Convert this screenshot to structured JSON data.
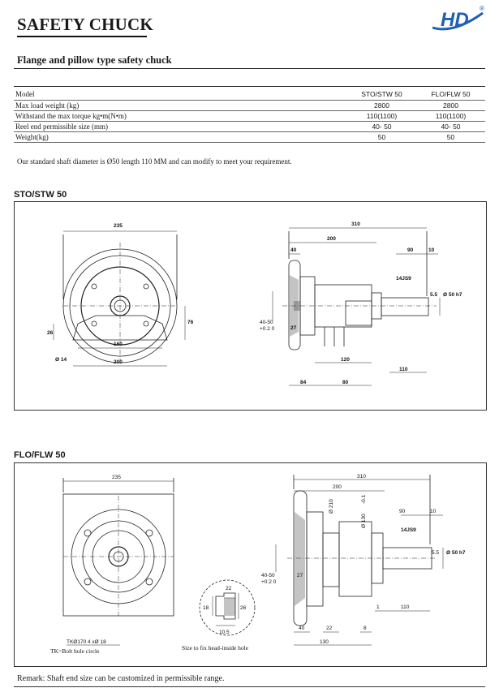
{
  "header": {
    "title": "SAFETY CHUCK",
    "logo_text": "HD",
    "logo_mark": "®",
    "brand_color": "#1f5fb4"
  },
  "section_title": "Flange and pillow type safety chuck",
  "spec_table": {
    "columns": [
      "Model",
      "STO/STW 50",
      "FLO/FLW 50"
    ],
    "rows": [
      {
        "label": "Max load weight (kg)",
        "sto": "2800",
        "flo": "2800"
      },
      {
        "label": "Withstand the max torque kg•m(N•m)",
        "sto": "110(1100)",
        "flo": "110(1100)"
      },
      {
        "label": "Reel end permissible size (mm)",
        "sto": "40- 50",
        "flo": "40- 50"
      },
      {
        "label": "Weight(kg)",
        "sto": "50",
        "flo": "50"
      }
    ]
  },
  "note": "Our standard shaft diameter is Ø50 length 110 MM and can modify to meet your requirement.",
  "drawing1": {
    "label": "STO/STW 50",
    "dims": {
      "d235": "235",
      "d26": "26",
      "d14": "Ø 14",
      "d160": "160",
      "d200": "200",
      "d76": "76",
      "d310": "310",
      "d200b": "200",
      "d40": "40",
      "d90": "90",
      "d10": "10",
      "d14j": "14JS9",
      "d55": "5.5",
      "d50h7": "Ø 50 h7",
      "d4050": "40-50",
      "tol": "+0.2 0",
      "d27": "27",
      "d120": "120",
      "d84": "84",
      "d80": "80",
      "d110": "110"
    }
  },
  "drawing2": {
    "label": "FLO/FLW 50",
    "dims": {
      "d235": "235",
      "d310": "310",
      "d200": "200",
      "d210": "Ø 210",
      "d130": "Ø 130",
      "d130tol": "-0.1",
      "d90": "90",
      "d10": "10",
      "d14j": "14JS9",
      "d55": "5.5",
      "d50h7": "Ø 50 h7",
      "d4050": "40-50",
      "tol": "+0.2 0",
      "d27": "27",
      "d1": "1",
      "d110": "110",
      "d40": "40",
      "d22": "22",
      "d8": "8",
      "d130b": "130",
      "d22s": "22",
      "d18": "18",
      "d26": "26",
      "d105": "10.5",
      "tk": "TKØ170   4 xØ 18",
      "tk_caption": "TK=Bolt hole circle",
      "hole_caption": "Size to fix head-inside hole"
    }
  },
  "remark": "Remark: Shaft end size can be customized in permissible range."
}
